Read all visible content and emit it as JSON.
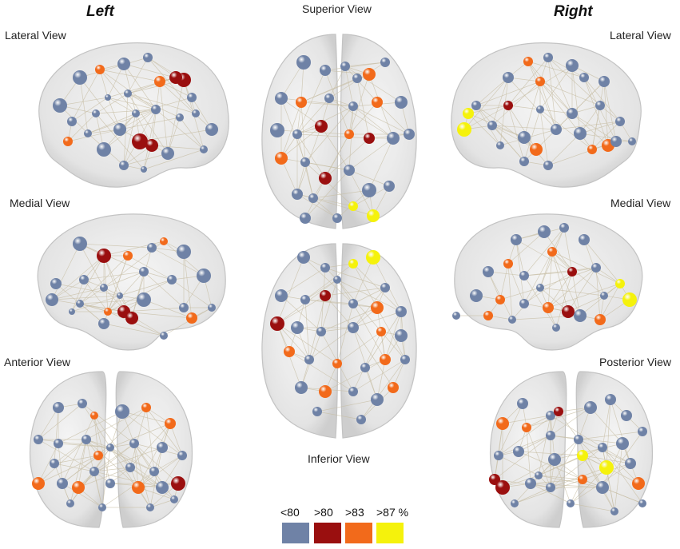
{
  "headers": {
    "left": "Left",
    "right": "Right"
  },
  "view_labels": {
    "left_lateral": "Lateral View",
    "left_medial": "Medial View",
    "left_anterior": "Anterior View",
    "superior": "Superior View",
    "inferior": "Inferior View",
    "right_lateral": "Lateral View",
    "right_medial": "Medial View",
    "right_posterior": "Posterior View"
  },
  "legend": {
    "items": [
      {
        "label": "<80",
        "color": "#6f82a6"
      },
      {
        "label": ">80",
        "color": "#9a0f0f"
      },
      {
        "label": ">83",
        "color": "#f26a1b"
      },
      {
        "label": ">87 %",
        "color": "#f5f20c"
      }
    ]
  },
  "colors": {
    "blue": "#6f82a6",
    "red": "#9a0f0f",
    "orange": "#f26a1b",
    "yellow": "#f5f20c"
  }
}
